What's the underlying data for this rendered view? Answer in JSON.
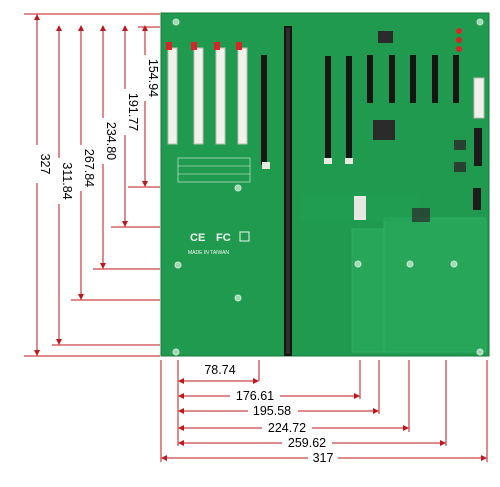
{
  "figure": {
    "vertical_dimensions": [
      "154.94",
      "191.77",
      "234.80",
      "267.84",
      "311.84",
      "327"
    ],
    "horizontal_dimensions": [
      "78.74",
      "176.61",
      "195.58",
      "224.72",
      "259.62",
      "317"
    ]
  },
  "board": {
    "markings": {
      "made_in": "MADE IN TAIWAN",
      "ce": "CE",
      "fc": "FC"
    }
  },
  "colors": {
    "board": "#1f9a4e",
    "dimension_line": "#c0161c",
    "slot_white": "#f2f2ec",
    "slot_black": "#151515"
  }
}
